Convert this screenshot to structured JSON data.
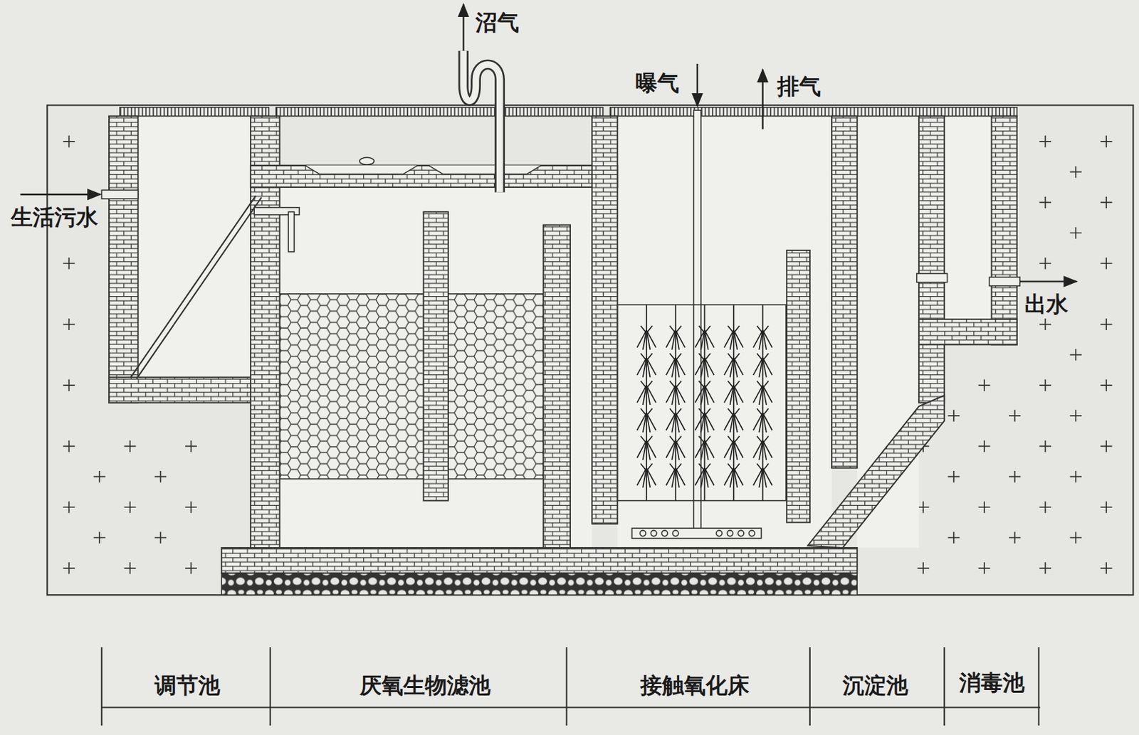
{
  "diagram": {
    "labels": [
      "沼气",
      "曝气",
      "排气",
      "生活污水",
      "出水",
      "调节池",
      "厌氧生物滤池",
      "接触氧化床",
      "沉淀池",
      "消毒池"
    ]
  }
}
